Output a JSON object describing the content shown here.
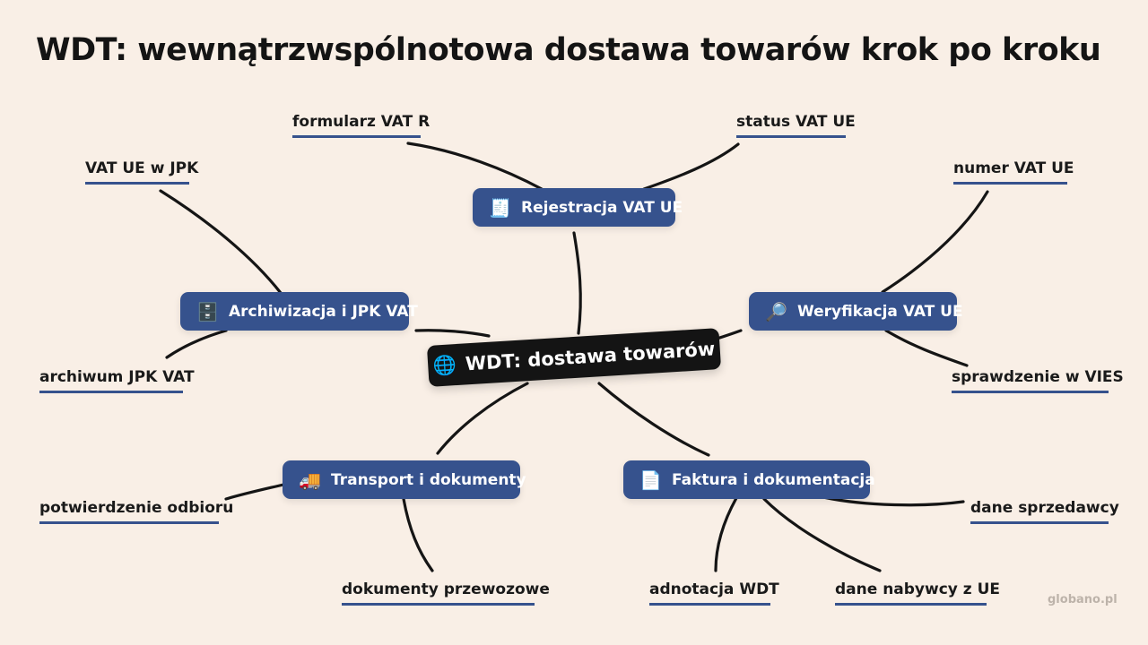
{
  "title": "WDT: wewnątrzwspólnotowa dostawa towarów krok po kroku",
  "center": {
    "label": "WDT: dostawa towarów",
    "icon": "🌐",
    "icon_name": "globe-icon"
  },
  "branches": [
    {
      "label": "Rejestracja VAT UE",
      "icon": "🧾",
      "icon_name": "receipt-icon",
      "leaves": [
        "formularz VAT R",
        "status VAT UE"
      ]
    },
    {
      "label": "Weryfikacja VAT UE",
      "icon": "🔎",
      "icon_name": "magnifier-icon",
      "leaves": [
        "numer VAT UE",
        "sprawdzenie w VIES"
      ]
    },
    {
      "label": "Faktura i dokumentacja",
      "icon": "📄",
      "icon_name": "document-icon",
      "leaves": [
        "dane sprzedawcy",
        "dane nabywcy z UE",
        "adnotacja WDT"
      ]
    },
    {
      "label": "Transport i dokumenty",
      "icon": "🚚",
      "icon_name": "truck-icon",
      "leaves": [
        "dokumenty przewozowe",
        "potwierdzenie odbioru"
      ]
    },
    {
      "label": "Archiwizacja i JPK VAT",
      "icon": "🗄️",
      "icon_name": "file-cabinet-icon",
      "leaves": [
        "archiwum JPK VAT",
        "VAT UE w JPK"
      ]
    }
  ],
  "watermark": "globano.pl",
  "colors": {
    "background": "#f9efe6",
    "branch": "#36528d",
    "center": "#141414",
    "underline": "#36528d"
  }
}
